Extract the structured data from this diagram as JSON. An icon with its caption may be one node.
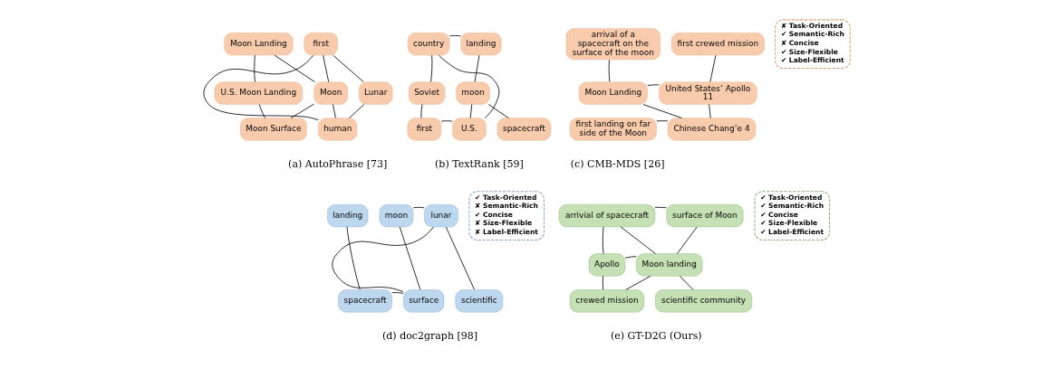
{
  "diagram": {
    "nodes": [
      {
        "text": [
          "Moon Landing"
        ]
      },
      {
        "text": [
          "U.S. Moon Landing"
        ]
      },
      {
        "text": [
          "first"
        ]
      },
      {
        "text": [
          "Moon"
        ]
      },
      {
        "text": [
          "Lunar"
        ]
      },
      {
        "text": [
          "Moon Surface"
        ]
      },
      {
        "text": [
          "human"
        ]
      },
      {
        "text": [
          "country"
        ]
      },
      {
        "text": [
          "landing"
        ]
      },
      {
        "text": [
          "Soviet"
        ]
      },
      {
        "text": [
          "moon"
        ]
      },
      {
        "text": [
          "first"
        ]
      },
      {
        "text": [
          "U.S."
        ]
      },
      {
        "text": [
          "spacecraft"
        ]
      },
      {
        "text": [
          "arrival of a spacecraft on the surface of the moon"
        ]
      },
      {
        "text": [
          "first crewed mission"
        ]
      },
      {
        "text": [
          "Moon Landing"
        ]
      },
      {
        "text": [
          "United States’ Apollo 11"
        ]
      },
      {
        "text": [
          "first landing on far side of the Moon"
        ]
      },
      {
        "text": [
          "Chinese Chang’e 4"
        ]
      },
      {
        "text": [
          "✘ Task-Oriented",
          "✔ Semantic-Rich",
          "✘ Concise",
          "✔ Size-Flexible",
          "✔ Label-Efficient"
        ]
      },
      {
        "text": [
          "landing"
        ]
      },
      {
        "text": [
          "moon"
        ]
      },
      {
        "text": [
          "lunar"
        ]
      },
      {
        "text": [
          "spacecraft"
        ]
      },
      {
        "text": [
          "surface"
        ]
      },
      {
        "text": [
          "scientific"
        ]
      },
      {
        "text": [
          "✔ Task-Oriented",
          "✘ Semantic-Rich",
          "✔ Concise",
          "✘ Size-Flexible",
          "✘ Label-Efficient"
        ]
      },
      {
        "text": [
          "arrivial of spacecraft"
        ]
      },
      {
        "text": [
          "surface of Moon"
        ]
      },
      {
        "text": [
          "Apollo"
        ]
      },
      {
        "text": [
          "Moon landing"
        ]
      },
      {
        "text": [
          "crewed mission"
        ]
      },
      {
        "text": [
          "scientific community"
        ]
      },
      {
        "text": [
          "✔ Task-Oriented",
          "✔ Semantic-Rich",
          "✔ Concise",
          "✔ Size-Flexible",
          "✔ Label-Efficient"
        ]
      }
    ],
    "edges": [
      {
        "from": 0,
        "to": 1,
        "arrow": "none"
      },
      {
        "from": 0,
        "to": 3,
        "arrow": "none"
      },
      {
        "from": 1,
        "to": 5,
        "arrow": "none"
      },
      {
        "from": 5,
        "to": 3,
        "arrow": "none"
      },
      {
        "from": 3,
        "to": 2,
        "arrow": "none"
      },
      {
        "from": 3,
        "to": 6,
        "arrow": "none"
      },
      {
        "from": 2,
        "to": 6,
        "arrow": "none"
      },
      {
        "from": 2,
        "to": 4,
        "arrow": "none"
      },
      {
        "from": 4,
        "to": 6,
        "arrow": "none"
      },
      {
        "from": 9,
        "to": 7,
        "arrow": "none"
      },
      {
        "from": 7,
        "to": 8,
        "arrow": "none"
      },
      {
        "from": 9,
        "to": 11,
        "arrow": "none"
      },
      {
        "from": 7,
        "to": 12,
        "arrow": "none"
      },
      {
        "from": 11,
        "to": 12,
        "arrow": "none"
      },
      {
        "from": 12,
        "to": 10,
        "arrow": "none"
      },
      {
        "from": 8,
        "to": 10,
        "arrow": "none"
      },
      {
        "from": 10,
        "to": 13,
        "arrow": "none"
      },
      {
        "from": 14,
        "to": 16,
        "arrow": "none"
      },
      {
        "from": 15,
        "to": 17,
        "arrow": "none"
      },
      {
        "from": 16,
        "to": 17,
        "arrow": "none"
      },
      {
        "from": 16,
        "to": 19,
        "arrow": "none"
      },
      {
        "from": 17,
        "to": 19,
        "arrow": "none"
      },
      {
        "from": 18,
        "to": 19,
        "arrow": "none"
      },
      {
        "from": 21,
        "to": 24,
        "arrow": "none"
      },
      {
        "from": 22,
        "to": 23,
        "arrow": "none"
      },
      {
        "from": 22,
        "to": 25,
        "arrow": "none"
      },
      {
        "from": 23,
        "to": 25,
        "arrow": "none"
      },
      {
        "from": 23,
        "to": 26,
        "arrow": "none"
      },
      {
        "from": 24,
        "to": 25,
        "arrow": "none"
      },
      {
        "from": 28,
        "to": 29,
        "arrow": "none"
      },
      {
        "from": 28,
        "to": 30,
        "arrow": "none"
      },
      {
        "from": 28,
        "to": 31,
        "arrow": "none"
      },
      {
        "from": 29,
        "to": 31,
        "arrow": "none"
      },
      {
        "from": 30,
        "to": 31,
        "arrow": "none"
      },
      {
        "from": 30,
        "to": 32,
        "arrow": "none"
      },
      {
        "from": 31,
        "to": 32,
        "arrow": "none"
      },
      {
        "from": 31,
        "to": 33,
        "arrow": "none"
      }
    ],
    "labels": [
      "(a) AutoPhrase [73]",
      "(b) TextRank [59]",
      "(c) CMB-MDS [26]",
      "(d) doc2graph [98]",
      "(e) GT-D2G (Ours)"
    ]
  }
}
